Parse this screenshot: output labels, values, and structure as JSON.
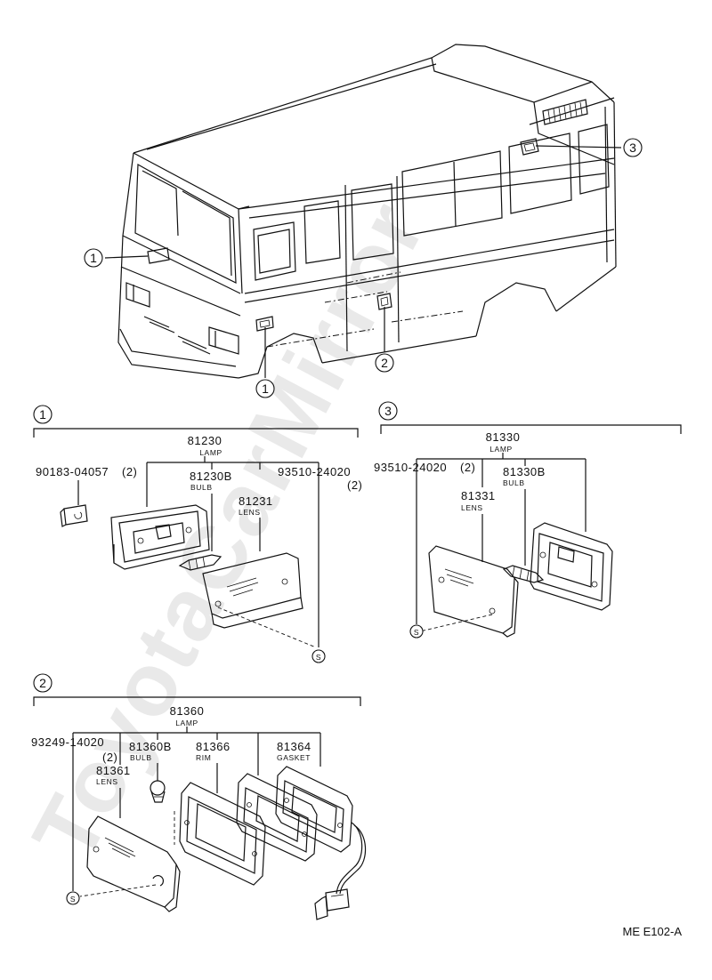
{
  "watermark": "ToyotaCarMirror",
  "diagram_code": "ME E102-A",
  "callout_numbers": [
    "1",
    "2",
    "3"
  ],
  "sections": {
    "s1": {
      "number": "1",
      "parts": [
        {
          "id": "lamp",
          "part_no": "81230",
          "name": "LAMP"
        },
        {
          "id": "screw",
          "part_no": "90183-04057",
          "qty": "(2)"
        },
        {
          "id": "bulb",
          "part_no": "81230B",
          "name": "BULB"
        },
        {
          "id": "lens",
          "part_no": "81231",
          "name": "LENS"
        },
        {
          "id": "screw2",
          "part_no": "93510-24020",
          "qty": "(2)"
        }
      ],
      "s_marker": "S"
    },
    "s2": {
      "number": "2",
      "parts": [
        {
          "id": "lamp",
          "part_no": "81360",
          "name": "LAMP"
        },
        {
          "id": "screw",
          "part_no": "93249-14020",
          "qty": "(2)"
        },
        {
          "id": "bulb",
          "part_no": "81360B",
          "name": "BULB"
        },
        {
          "id": "rim",
          "part_no": "81366",
          "name": "RIM"
        },
        {
          "id": "gasket",
          "part_no": "81364",
          "name": "GASKET"
        },
        {
          "id": "lens",
          "part_no": "81361",
          "name": "LENS"
        }
      ],
      "s_marker": "S"
    },
    "s3": {
      "number": "3",
      "parts": [
        {
          "id": "lamp",
          "part_no": "81330",
          "name": "LAMP"
        },
        {
          "id": "screw",
          "part_no": "93510-24020",
          "qty": "(2)"
        },
        {
          "id": "bulb",
          "part_no": "81330B",
          "name": "BULB"
        },
        {
          "id": "lens",
          "part_no": "81331",
          "name": "LENS"
        }
      ],
      "s_marker": "S"
    }
  }
}
